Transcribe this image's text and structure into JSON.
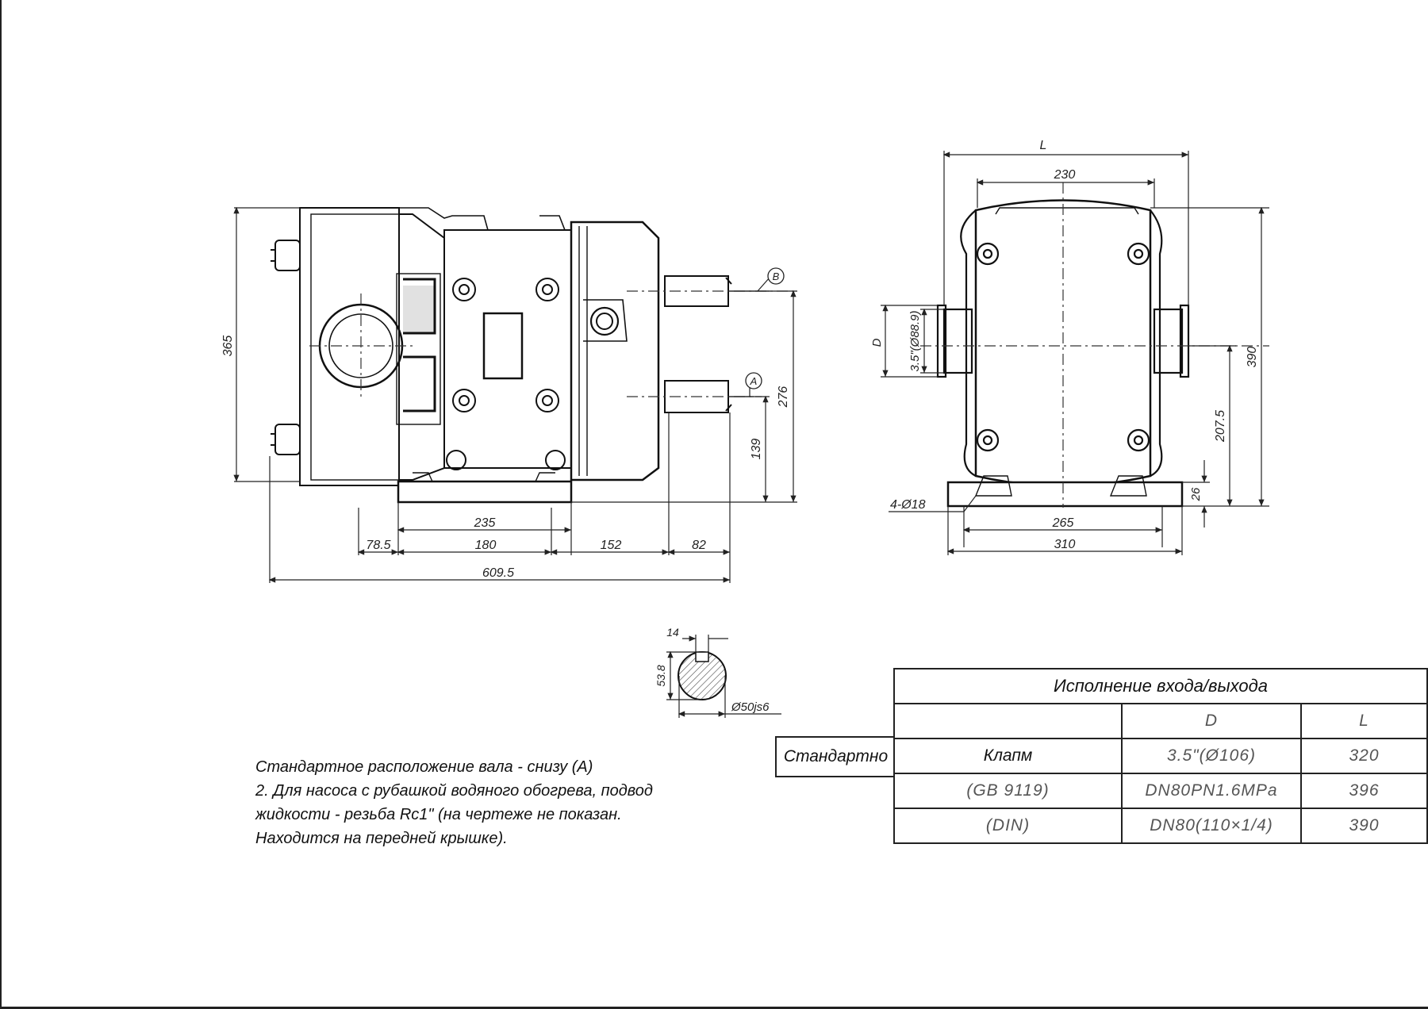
{
  "front_view": {
    "dims": {
      "overall_height": "365",
      "shaft_b_height": "276",
      "shaft_a_height": "139",
      "base_length": "235",
      "offset_1": "78.5",
      "bolt_spacing": "180",
      "offset_2": "152",
      "shaft_length": "82",
      "overall_length": "609.5"
    },
    "markers": {
      "shaft_b": "B",
      "shaft_a": "A"
    }
  },
  "side_view": {
    "dims": {
      "length_l": "L",
      "body_width": "230",
      "height_total": "390",
      "axis_height": "207.5",
      "base_thickness": "26",
      "port_d": "D",
      "port_size": "3.5\"(Ø88.9)",
      "holes": "4-Ø18",
      "hole_spacing": "265",
      "base_width": "310"
    }
  },
  "shaft_section": {
    "key_width": "14",
    "key_depth": "53.8",
    "diameter": "Ø50js6"
  },
  "notes": [
    "Стандартное расположение вала - снизу (А)",
    "2. Для насоса с рубашкой водяного обогрева, подвод",
    "жидкости - резьба Rc1\" (на чертеже не показан.",
    "Находится на передней крышке)."
  ],
  "table": {
    "title": "Исполнение входа/выхода",
    "col_d": "D",
    "col_l": "L",
    "row_label": "Стандартно",
    "rows": [
      {
        "type": "Клапм",
        "d": "3.5\"(Ø106)",
        "l": "320"
      },
      {
        "type": "(GB 9119)",
        "d": "DN80PN1.6MPa",
        "l": "396"
      },
      {
        "type": "(DIN)",
        "d": "DN80(110×1/4)",
        "l": "390"
      }
    ]
  }
}
